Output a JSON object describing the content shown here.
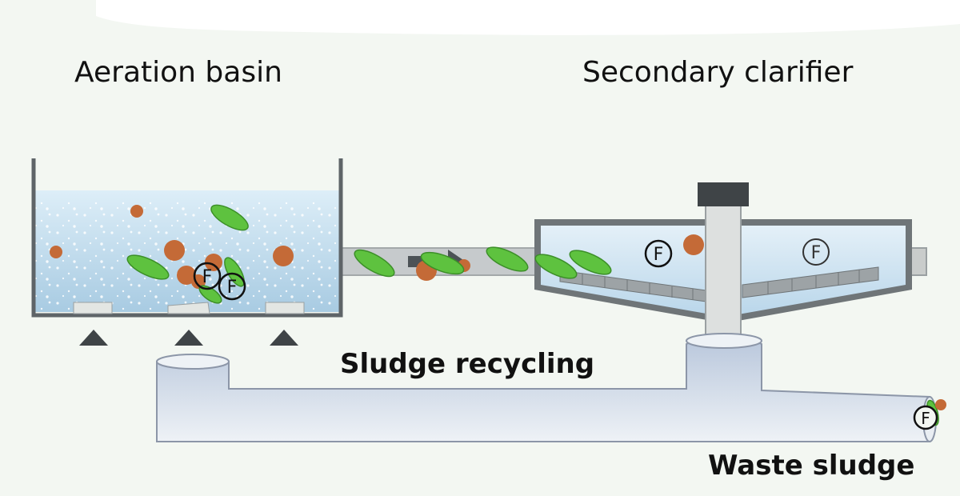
{
  "labels": {
    "aeration_basin": "Aeration basin",
    "secondary_clarifier": "Secondary clarifier",
    "sludge_recycling": "Sludge recycling",
    "waste_sludge": "Waste sludge"
  },
  "floc_marker_text": "F",
  "colors": {
    "background": "#f3f7f2",
    "water_light": "#ddeef8",
    "water_dark": "#a8cbe2",
    "tank_wall": "#5e6468",
    "pipe_fill": "#d2dce9",
    "pipe_stroke": "#8c96a8",
    "bacteria_green": "#5ec23f",
    "particle_brown": "#c46a37",
    "diffuser": "#e3e6e3",
    "support": "#3f4447",
    "scraper": "#9da3a6",
    "motor": "#3f4447"
  }
}
